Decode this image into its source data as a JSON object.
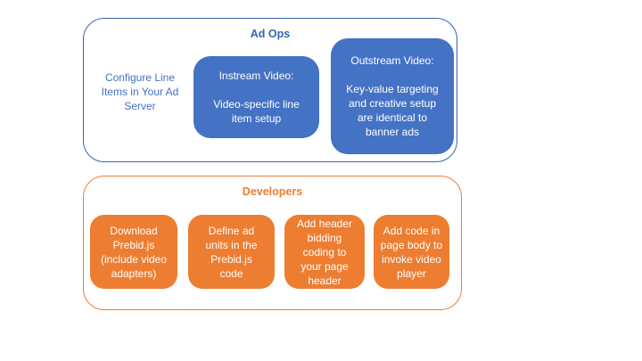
{
  "colors": {
    "blue_fill": "#4472c4",
    "blue_border": "#3565af",
    "blue_title": "#3565af",
    "orange_fill": "#ed7d31",
    "white_text": "#ffffff"
  },
  "ad_ops": {
    "title": "Ad Ops",
    "side_note": "Configure Line\nItems in Your Ad\nServer",
    "boxes": [
      {
        "text": "Instream Video:\n\nVideo-specific line\nitem setup"
      },
      {
        "text": "Outstream Video:\n\nKey-value targeting\nand creative setup\nare identical to\nbanner ads"
      }
    ]
  },
  "developers": {
    "title": "Developers",
    "boxes": [
      {
        "text": "Download\nPrebid.js\n(include video\nadapters)"
      },
      {
        "text": "Define ad\nunits in the\nPrebid.js\ncode"
      },
      {
        "text": "Add header\nbidding\ncoding to\nyour page\nheader"
      },
      {
        "text": "Add code in\npage body to\ninvoke video\nplayer"
      }
    ]
  }
}
